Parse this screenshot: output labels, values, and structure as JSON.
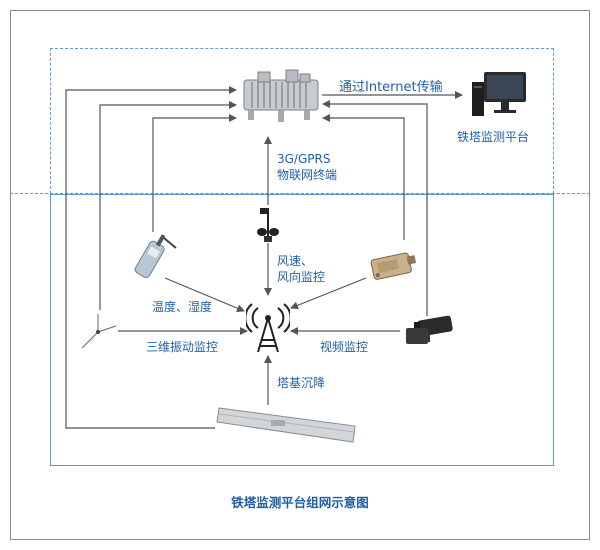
{
  "labels": {
    "internet": "通过Internet传输",
    "platform": "铁塔监测平台",
    "terminal_line1": "3G/GPRS",
    "terminal_line2": "物联网终端",
    "wind_line1": "风速、",
    "wind_line2": "风向监控",
    "temp_humidity": "温度、湿度",
    "vibration": "三维振动监控",
    "video": "视频监控",
    "settlement": "塔基沉降"
  },
  "caption": "铁塔监测平台组网示意图",
  "colors": {
    "zone_border": "#5a9bd0",
    "label_text": "#1f5fa3",
    "wire": "#555555"
  },
  "icons": {
    "terminal": "iot-terminal-device-icon",
    "platform": "desktop-computer-icon",
    "tower": "signal-tower-icon",
    "wind": "anemometer-icon",
    "temp": "temperature-humidity-sensor-icon",
    "vibration": "three-axis-vibration-sensor-icon",
    "settlement": "settlement-gauge-bar-icon",
    "camera": "video-camera-icon",
    "inclinometer": "inclination-sensor-icon"
  }
}
